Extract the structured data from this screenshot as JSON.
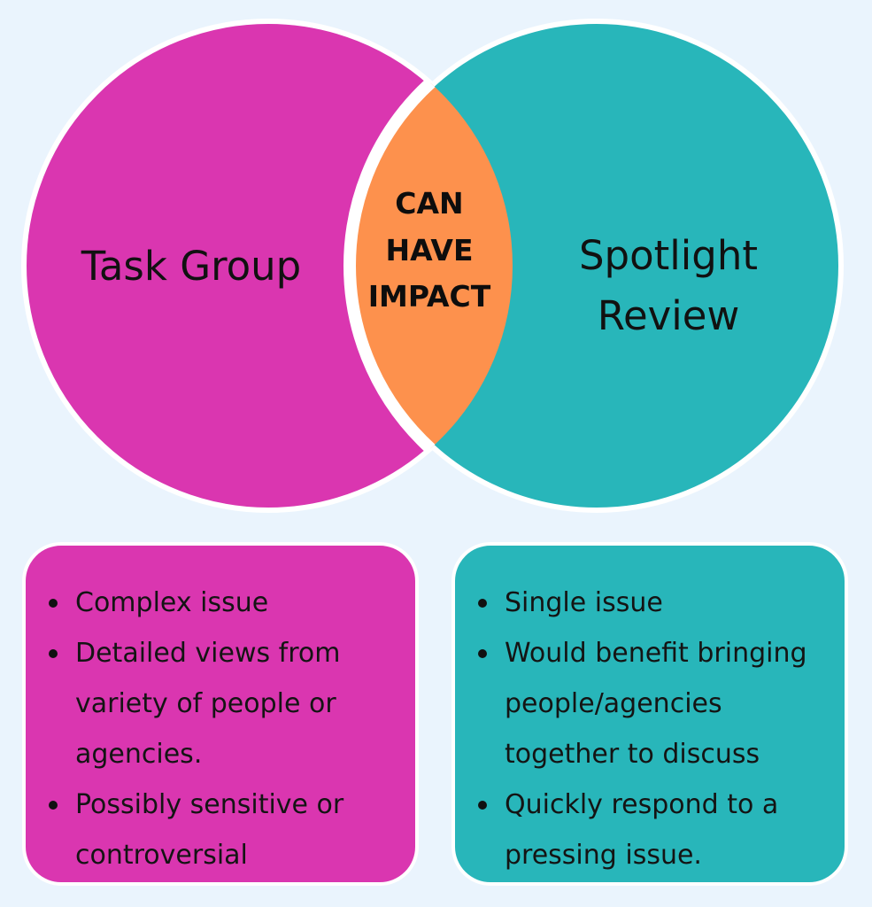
{
  "venn": {
    "left_label": "Task Group",
    "right_label_line1": "Spotlight",
    "right_label_line2": "Review",
    "center_line1": "CAN",
    "center_line2": "HAVE",
    "center_line3": "IMPACT"
  },
  "cards": {
    "left": {
      "items": [
        {
          "lines": [
            "Complex issue"
          ]
        },
        {
          "lines": [
            "Detailed views from",
            "variety of people or",
            "agencies."
          ]
        },
        {
          "lines": [
            "Possibly sensitive or",
            "controversial"
          ]
        }
      ]
    },
    "right": {
      "items": [
        {
          "lines": [
            "Single issue"
          ]
        },
        {
          "lines": [
            "Would benefit bringing",
            "people/agencies",
            "together to discuss"
          ]
        },
        {
          "lines": [
            "Quickly respond to a",
            "pressing issue."
          ]
        }
      ]
    }
  },
  "colors": {
    "background": "#eaf4fd",
    "task_group": "#da36b0",
    "spotlight_review": "#28b6ba",
    "overlap": "#fd914d",
    "outline": "#ffffff"
  }
}
